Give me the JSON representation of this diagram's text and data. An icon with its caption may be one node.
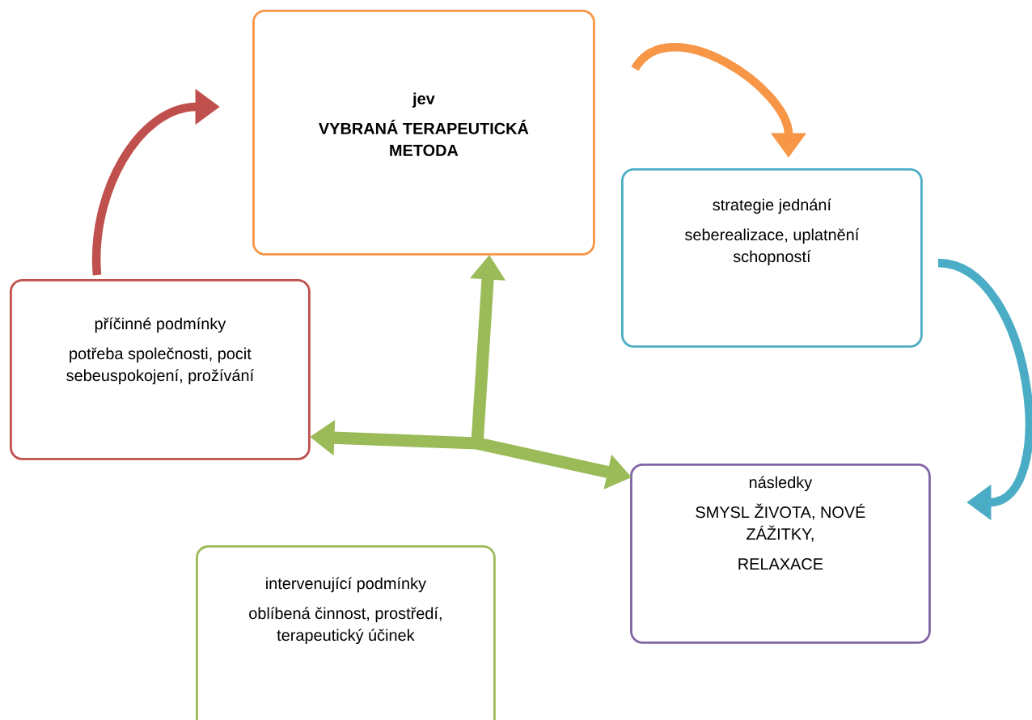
{
  "diagram": {
    "nodes": [
      {
        "text": [
          "jev",
          "VYBRANÁ TERAPEUTICKÁ METODA"
        ]
      },
      {
        "text": [
          "strategie jednání",
          "seberealizace, uplatnění schopností"
        ]
      },
      {
        "text": [
          "následky",
          "SMYSL ŽIVOTA, NOVÉ ZÁŽITKY,",
          "RELAXACE"
        ]
      },
      {
        "text": [
          "příčinné podmínky",
          "potřeba společnosti, pocit sebeuspokojení, prožívání"
        ]
      },
      {
        "text": [
          "intervenující podmínky",
          "oblíbená činnost, prostředí, terapeutický účinek"
        ]
      }
    ],
    "edges": [
      {
        "from": 3,
        "to": 0,
        "arrow": "to",
        "color": "#c0504d"
      },
      {
        "from": 0,
        "to": 1,
        "arrow": "to",
        "color": "#f79646"
      },
      {
        "from": 1,
        "to": 2,
        "arrow": "to",
        "color": "#4bacc6"
      },
      {
        "from": null,
        "to": 0,
        "arrow": "to",
        "color": "#9bbb59"
      },
      {
        "from": null,
        "to": 3,
        "arrow": "to",
        "color": "#9bbb59"
      },
      {
        "from": null,
        "to": 2,
        "arrow": "to",
        "color": "#9bbb59"
      }
    ]
  }
}
